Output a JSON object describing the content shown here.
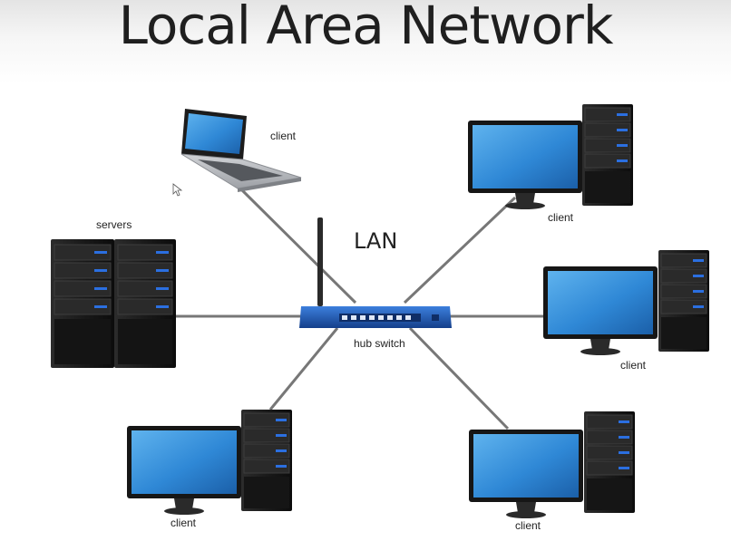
{
  "title": "Local Area Network",
  "network_label": "LAN",
  "hub": {
    "label": "hub switch"
  },
  "servers": {
    "label": "servers"
  },
  "clients": [
    {
      "id": "laptop",
      "label": "client"
    },
    {
      "id": "top-right",
      "label": "client"
    },
    {
      "id": "mid-right",
      "label": "client"
    },
    {
      "id": "bottom-right",
      "label": "client"
    },
    {
      "id": "bottom-left",
      "label": "client"
    }
  ],
  "colors": {
    "screen": "#2f88d6",
    "case": "#1f1f1f",
    "hub": "#1c4fa3",
    "cable": "#777777",
    "led": "#2b6fe0"
  }
}
